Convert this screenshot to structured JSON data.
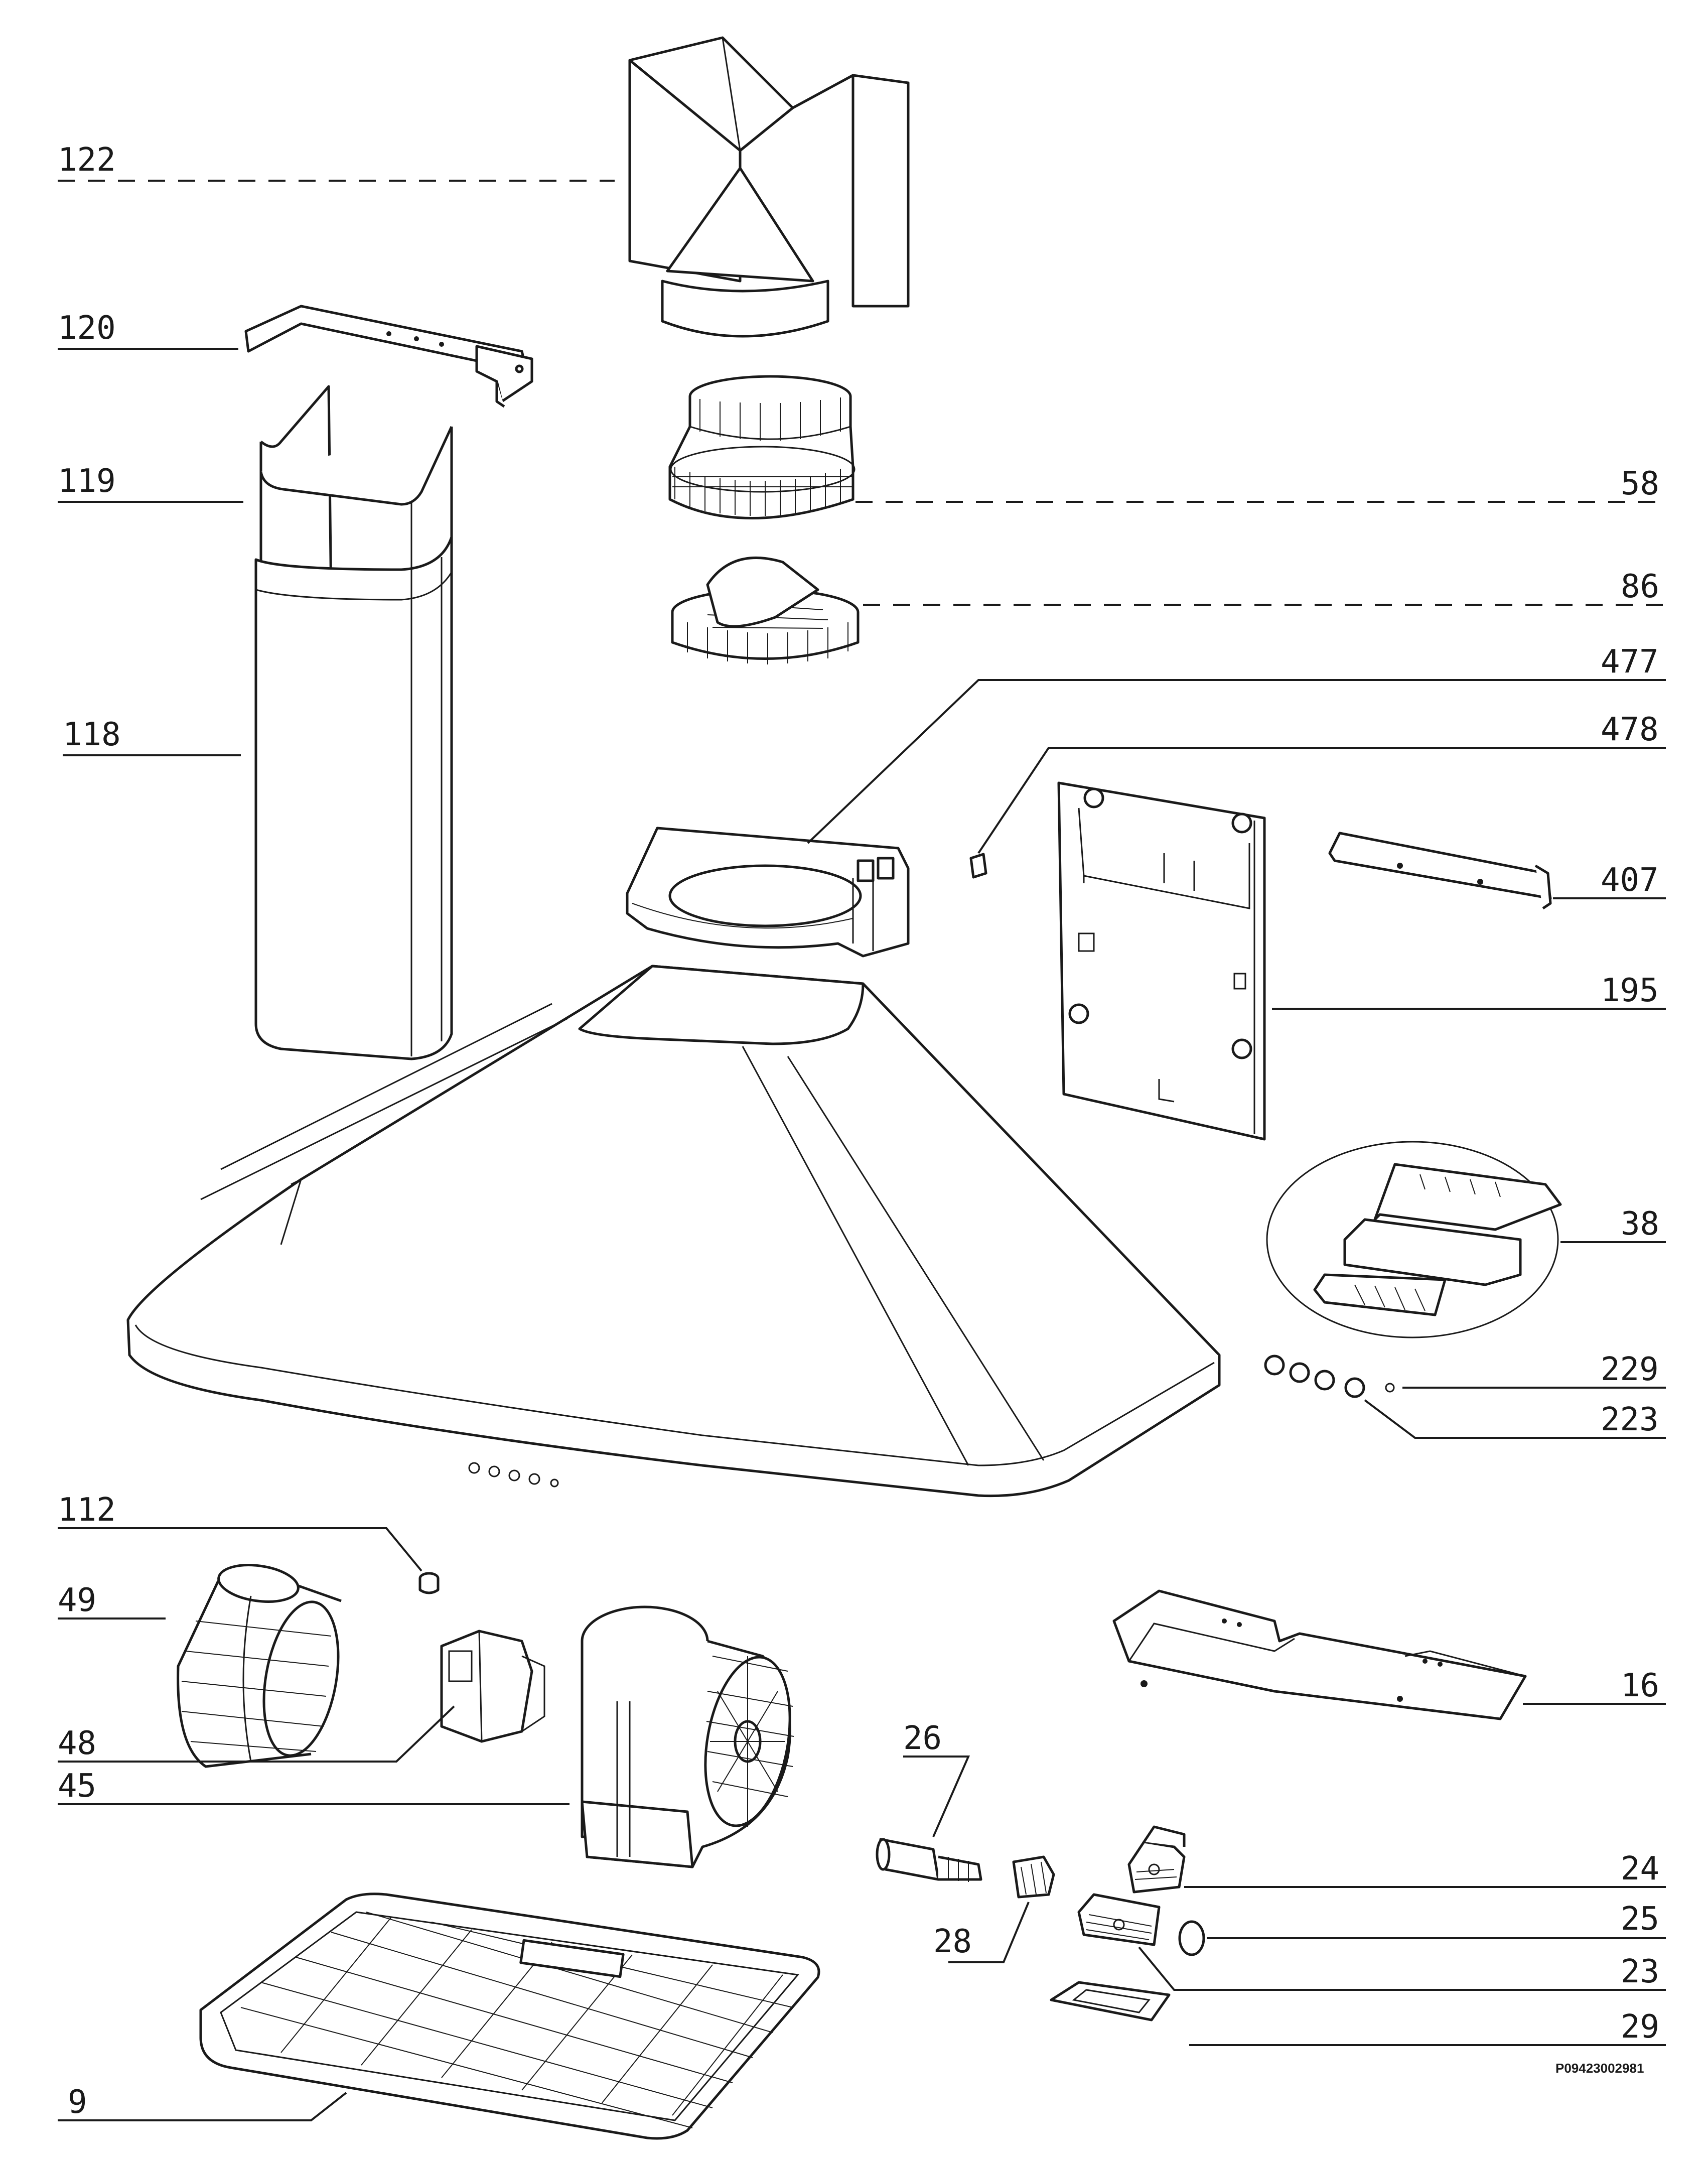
{
  "document_code": "P09423002981",
  "callouts": [
    {
      "id": "122",
      "label": "122"
    },
    {
      "id": "120",
      "label": "120"
    },
    {
      "id": "119",
      "label": "119"
    },
    {
      "id": "118",
      "label": "118"
    },
    {
      "id": "58",
      "label": "58"
    },
    {
      "id": "86",
      "label": "86"
    },
    {
      "id": "477",
      "label": "477"
    },
    {
      "id": "478",
      "label": "478"
    },
    {
      "id": "407",
      "label": "407"
    },
    {
      "id": "195",
      "label": "195"
    },
    {
      "id": "38",
      "label": "38"
    },
    {
      "id": "229",
      "label": "229"
    },
    {
      "id": "223",
      "label": "223"
    },
    {
      "id": "112",
      "label": "112"
    },
    {
      "id": "49",
      "label": "49"
    },
    {
      "id": "48",
      "label": "48"
    },
    {
      "id": "45",
      "label": "45"
    },
    {
      "id": "16",
      "label": "16"
    },
    {
      "id": "26",
      "label": "26"
    },
    {
      "id": "24",
      "label": "24"
    },
    {
      "id": "25",
      "label": "25"
    },
    {
      "id": "28",
      "label": "28"
    },
    {
      "id": "23",
      "label": "23"
    },
    {
      "id": "29",
      "label": "29"
    },
    {
      "id": "9",
      "label": "9"
    }
  ]
}
